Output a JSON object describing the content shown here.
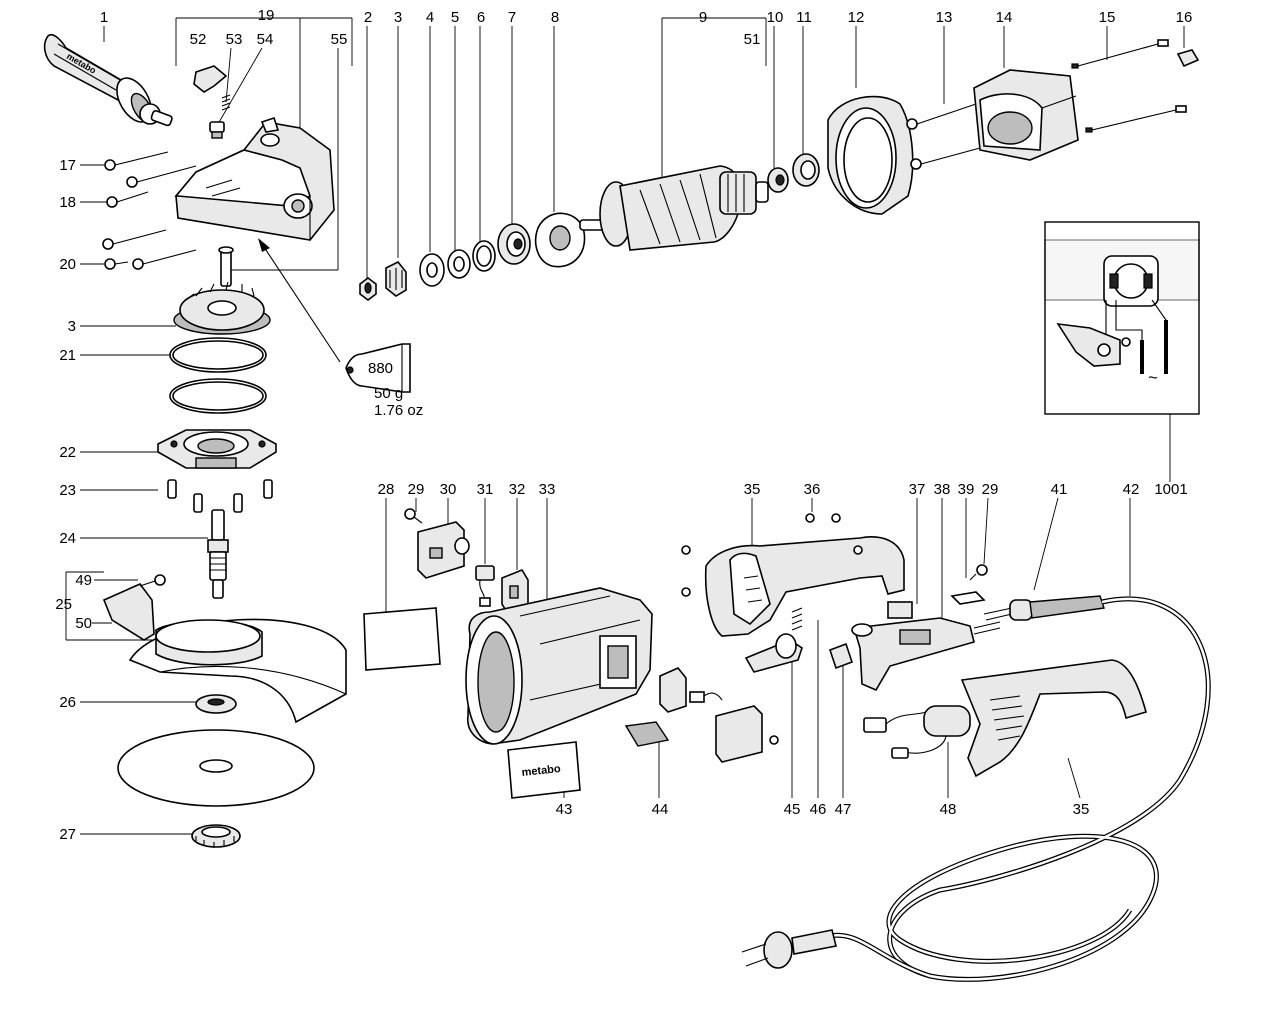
{
  "labels": {
    "p1": "1",
    "p19": "19",
    "p52": "52",
    "p53": "53",
    "p54": "54",
    "p55": "55",
    "p2": "2",
    "p3a": "3",
    "p4": "4",
    "p5": "5",
    "p6": "6",
    "p7": "7",
    "p8": "8",
    "p9": "9",
    "p10": "10",
    "p11": "11",
    "p12": "12",
    "p13": "13",
    "p14": "14",
    "p15": "15",
    "p16": "16",
    "p51": "51",
    "p17": "17",
    "p18": "18",
    "p20": "20",
    "p3b": "3",
    "p21": "21",
    "p22": "22",
    "p23": "23",
    "p24": "24",
    "p49": "49",
    "p25": "25",
    "p50": "50",
    "p26": "26",
    "p27": "27",
    "p28": "28",
    "p29a": "29",
    "p30": "30",
    "p31": "31",
    "p32": "32",
    "p33": "33",
    "p35a": "35",
    "p36": "36",
    "p37": "37",
    "p38": "38",
    "p39": "39",
    "p29b": "29",
    "p41": "41",
    "p42": "42",
    "p1001": "1001",
    "p43": "43",
    "p44": "44",
    "p45": "45",
    "p46": "46",
    "p47": "47",
    "p48": "48",
    "p35b": "35"
  },
  "grease": {
    "code": "880",
    "weight_g": "50 g",
    "weight_oz": "1.76 oz"
  },
  "brand": {
    "handle_text": "metabo",
    "sticker_text": "metabo"
  },
  "wiring_symbol": "~"
}
